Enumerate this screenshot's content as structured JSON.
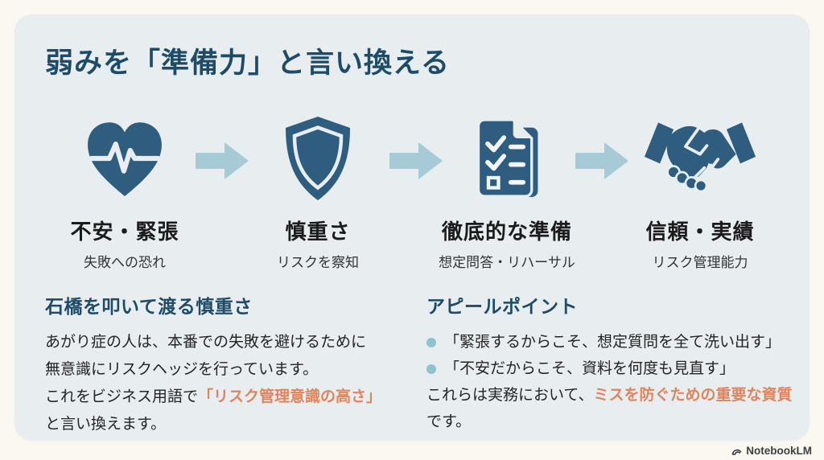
{
  "title": "弱みを「準備力」と言い換える",
  "flow": {
    "steps": [
      {
        "icon": "heartbeat-heart-icon",
        "label": "不安・緊張",
        "sublabel": "失敗への恐れ"
      },
      {
        "icon": "shield-icon",
        "label": "慎重さ",
        "sublabel": "リスクを察知"
      },
      {
        "icon": "checklist-document-icon",
        "label": "徹底的な準備",
        "sublabel": "想定問答・リハーサル"
      },
      {
        "icon": "handshake-icon",
        "label": "信頼・実績",
        "sublabel": "リスク管理能力"
      }
    ]
  },
  "caution_section": {
    "heading": "石橋を叩いて渡る慎重さ",
    "line1": "あがり症の人は、本番での失敗を避けるために",
    "line2": "無意識にリスクヘッジを行っています。",
    "line3_prefix": "これをビジネス用語で",
    "line3_highlight": "「リスク管理意識の高さ」",
    "line4": "と言い換えます。"
  },
  "appeal_section": {
    "heading": "アピールポイント",
    "bullets": [
      "「緊張するからこそ、想定質問を全て洗い出す」",
      "「不安だからこそ、資料を何度も見直す」"
    ],
    "closing_prefix": "これらは実務において、",
    "closing_highlight": "ミスを防ぐための重要な資質",
    "closing_suffix": "です。"
  },
  "watermark": "NotebookLM",
  "colors": {
    "page_bg": "#faf8f1",
    "card_bg": "#e8edf0",
    "heading_blue": "#1d4b68",
    "icon_blue": "#2f5d80",
    "arrow_blue": "#a6cad6",
    "bullet_dot_blue": "#8fc2cf",
    "highlight_orange": "#e0845e",
    "body_text": "#242424"
  }
}
